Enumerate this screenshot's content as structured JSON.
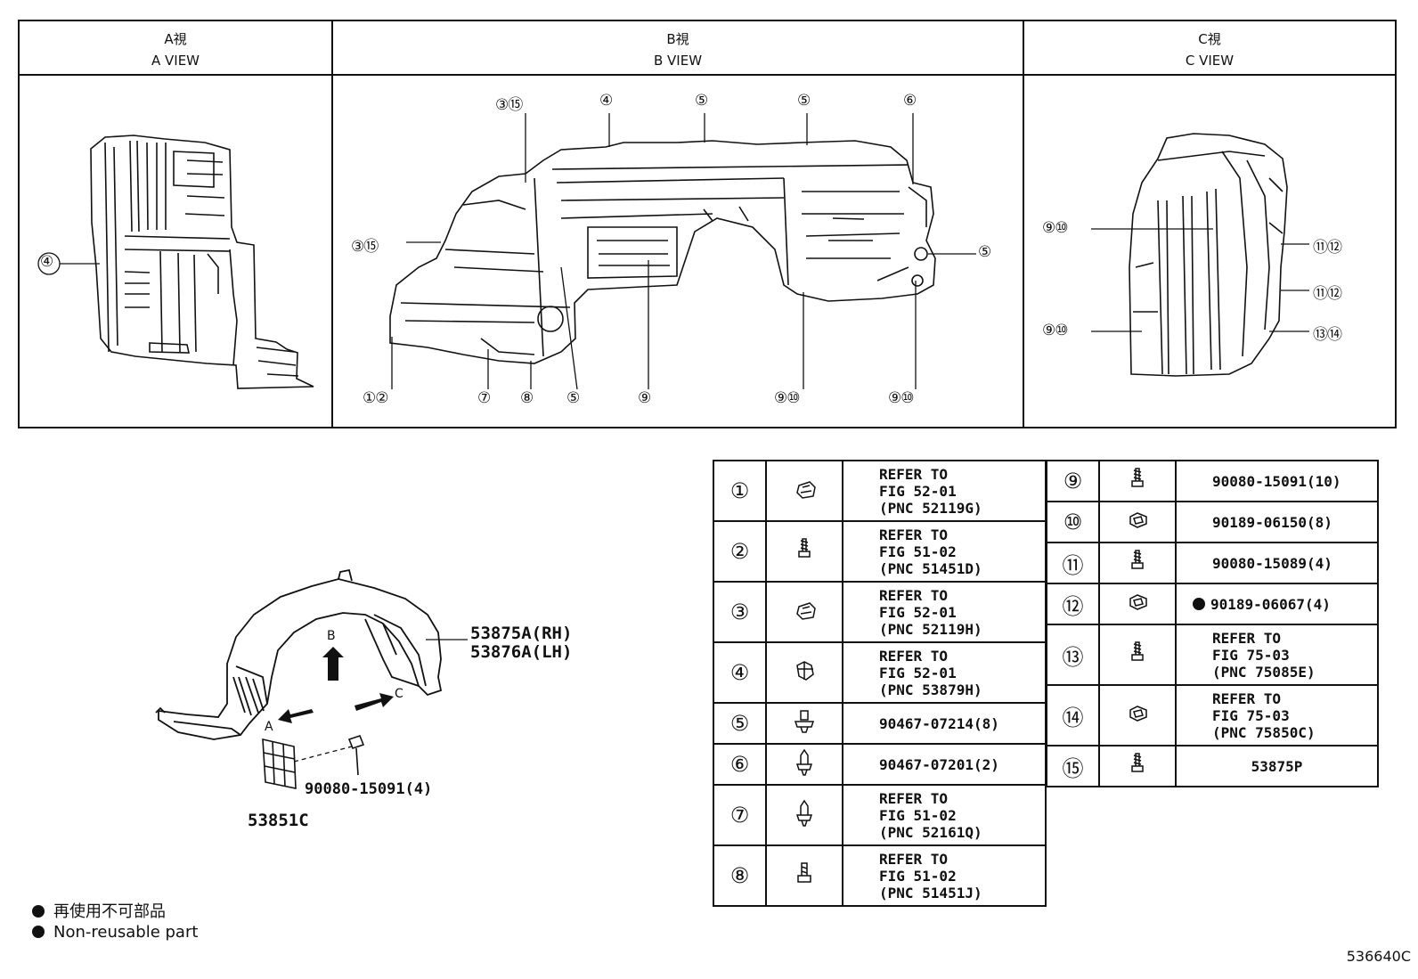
{
  "views": [
    {
      "jp": "A視",
      "en": "A VIEW"
    },
    {
      "jp": "B視",
      "en": "B VIEW"
    },
    {
      "jp": "C視",
      "en": "C VIEW"
    }
  ],
  "view_a_callouts": [
    "④"
  ],
  "view_b_callouts": [
    "③⑮",
    "④",
    "⑤",
    "⑤",
    "⑥",
    "③⑮",
    "⑤",
    "①②",
    "⑦",
    "⑧",
    "⑤",
    "⑨",
    "⑨⑩",
    "⑨⑩"
  ],
  "view_c_callouts": [
    "⑨⑩",
    "⑪⑫",
    "⑪⑫",
    "⑨⑩",
    "⑬⑭"
  ],
  "assembly": {
    "part_main_rh": "53875A(RH)",
    "part_main_lh": "53876A(LH)",
    "part_cover": "53851C",
    "part_bolt": "90080-15091(4)",
    "arrow_a": "A",
    "arrow_b": "B",
    "arrow_c": "C"
  },
  "parts_left": [
    {
      "num": "①",
      "icon": "clip-icon",
      "desc": "REFER TO\nFIG 52-01\n(PNC 52119G)"
    },
    {
      "num": "②",
      "icon": "screw-icon",
      "desc": "REFER TO\nFIG 51-02\n(PNC 51451D)"
    },
    {
      "num": "③",
      "icon": "clip-icon",
      "desc": "REFER TO\nFIG 52-01\n(PNC 52119H)"
    },
    {
      "num": "④",
      "icon": "retainer-icon",
      "desc": "REFER TO\nFIG 52-01\n(PNC 53879H)"
    },
    {
      "num": "⑤",
      "icon": "push-clip-icon",
      "desc": "90467-07214(8)"
    },
    {
      "num": "⑥",
      "icon": "rivet-clip-icon",
      "desc": "90467-07201(2)"
    },
    {
      "num": "⑦",
      "icon": "rivet-clip-icon",
      "desc": "REFER TO\nFIG 51-02\n(PNC 52161Q)"
    },
    {
      "num": "⑧",
      "icon": "bolt-icon",
      "desc": "REFER TO\nFIG 51-02\n(PNC 51451J)"
    }
  ],
  "parts_right": [
    {
      "num": "⑨",
      "icon": "screw-icon",
      "desc": "90080-15091(10)"
    },
    {
      "num": "⑩",
      "icon": "nut-icon",
      "desc": "90189-06150(8)"
    },
    {
      "num": "⑪",
      "icon": "screw-icon",
      "desc": "90080-15089(4)"
    },
    {
      "num": "⑫",
      "icon": "nut-icon",
      "desc": "90189-06067(4)",
      "nonreusable": true
    },
    {
      "num": "⑬",
      "icon": "screw-icon",
      "desc": "REFER TO\nFIG 75-03\n(PNC 75085E)"
    },
    {
      "num": "⑭",
      "icon": "nut-icon",
      "desc": "REFER TO\nFIG 75-03\n(PNC 75850C)"
    },
    {
      "num": "⑮",
      "icon": "screw-icon",
      "desc": "53875P"
    }
  ],
  "legend": {
    "jp": "再使用不可部品",
    "en": "Non-reusable part"
  },
  "drawing_code": "536640C"
}
